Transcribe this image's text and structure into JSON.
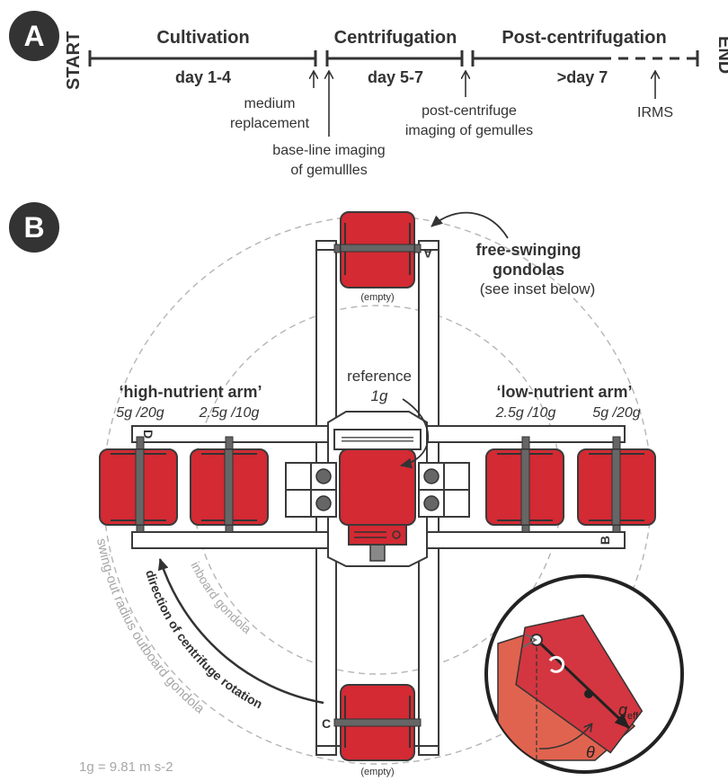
{
  "panel_a": {
    "badge": "A",
    "start": "START",
    "end": "END",
    "phases": [
      {
        "name": "Cultivation",
        "days": "day 1-4"
      },
      {
        "name": "Centrifugation",
        "days": "day 5-7"
      },
      {
        "name": "Post-centrifugation",
        "days": ">day 7"
      }
    ],
    "events": {
      "medium": [
        "medium",
        "replacement"
      ],
      "baseline": [
        "base-line imaging",
        "of gemullles"
      ],
      "post_imaging": [
        "post-centrifuge",
        "imaging of gemulles"
      ],
      "irms": "IRMS"
    }
  },
  "panel_b": {
    "badge": "B",
    "free_swing": [
      "free-swinging",
      "gondolas",
      "(see inset below)"
    ],
    "empty": "(empty)",
    "reference": [
      "reference",
      "1g"
    ],
    "high_arm": "‘high-nutrient arm’",
    "low_arm": "‘low-nutrient arm’",
    "high_g": [
      "5g /20g",
      "2.5g /10g"
    ],
    "low_g": [
      "2.5g /10g",
      "5g /20g"
    ],
    "arm_letters": [
      "A",
      "B",
      "C",
      "D"
    ],
    "rotation": "direction of  centrifuge rotation",
    "inboard": "inboard gondola",
    "swing_out": "swing-out radius outboard gondola",
    "gravity_note": "1g = 9.81 m s-2",
    "inset": {
      "g_eff": "g",
      "g_eff_sub": "eff",
      "theta": "θ"
    },
    "colors": {
      "gondola": "#d32a33",
      "inset_body": "#d33640",
      "inset_shadow": "#e0634f"
    }
  }
}
